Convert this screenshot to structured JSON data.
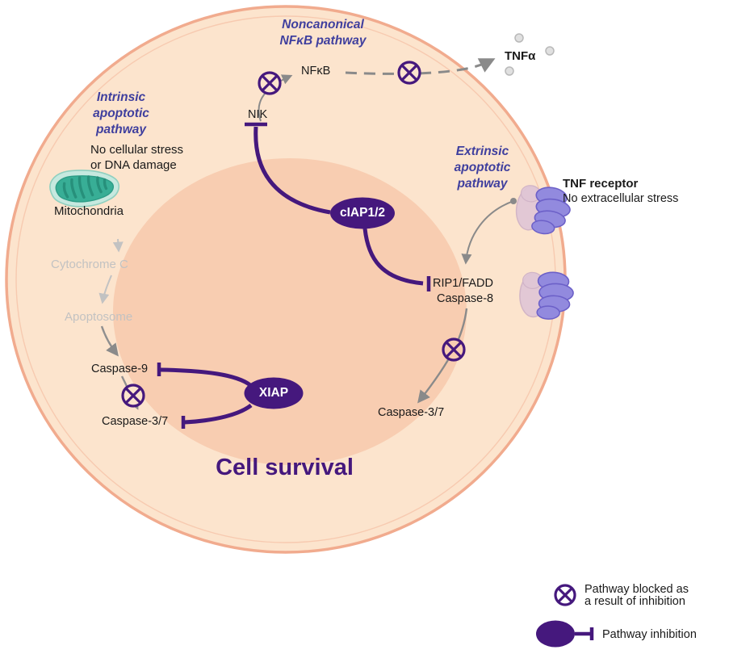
{
  "diagram": {
    "titles": {
      "noncanonical_line1": "Noncanonical",
      "noncanonical_line2": "NFκB pathway",
      "intrinsic_line1": "Intrinsic",
      "intrinsic_line2": "apoptotic",
      "intrinsic_line3": "pathway",
      "extrinsic_line1": "Extrinsic",
      "extrinsic_line2": "apoptotic",
      "extrinsic_line3": "pathway"
    },
    "nodes": {
      "nik": "NIK",
      "nfkb": "NFκB",
      "tnfa": "TNFα",
      "no_stress_line1": "No cellular stress",
      "no_stress_line2": "or DNA damage",
      "mitochondria": "Mitochondria",
      "cytochrome_c": "Cytochrome C",
      "apoptosome": "Apoptosome",
      "caspase9": "Caspase-9",
      "caspase37_left": "Caspase-3/7",
      "ciap12": "cIAP1/2",
      "xiap": "XIAP",
      "rip1_fadd": "RIP1/FADD",
      "caspase8": "Caspase-8",
      "caspase37_right": "Caspase-3/7",
      "tnf_receptor": "TNF receptor",
      "no_extracellular_stress": "No extracellular stress",
      "cell_survival": "Cell survival"
    },
    "legend": {
      "blocked_line1": "Pathway blocked as",
      "blocked_line2": "a result of inhibition",
      "inhibition": "Pathway inhibition"
    },
    "colors": {
      "purple": "#45187d",
      "title_blue": "#3f3f9e",
      "arrow_gray": "#8a8a8a",
      "faded_gray": "#c2c2c2",
      "cell_fill": "#fce4cd",
      "nucleus_fill": "#f8cdb1",
      "membrane": "#f1ab8e",
      "mitochondria_teal": "#38ae96",
      "receptor_purple": "#928ade"
    }
  }
}
